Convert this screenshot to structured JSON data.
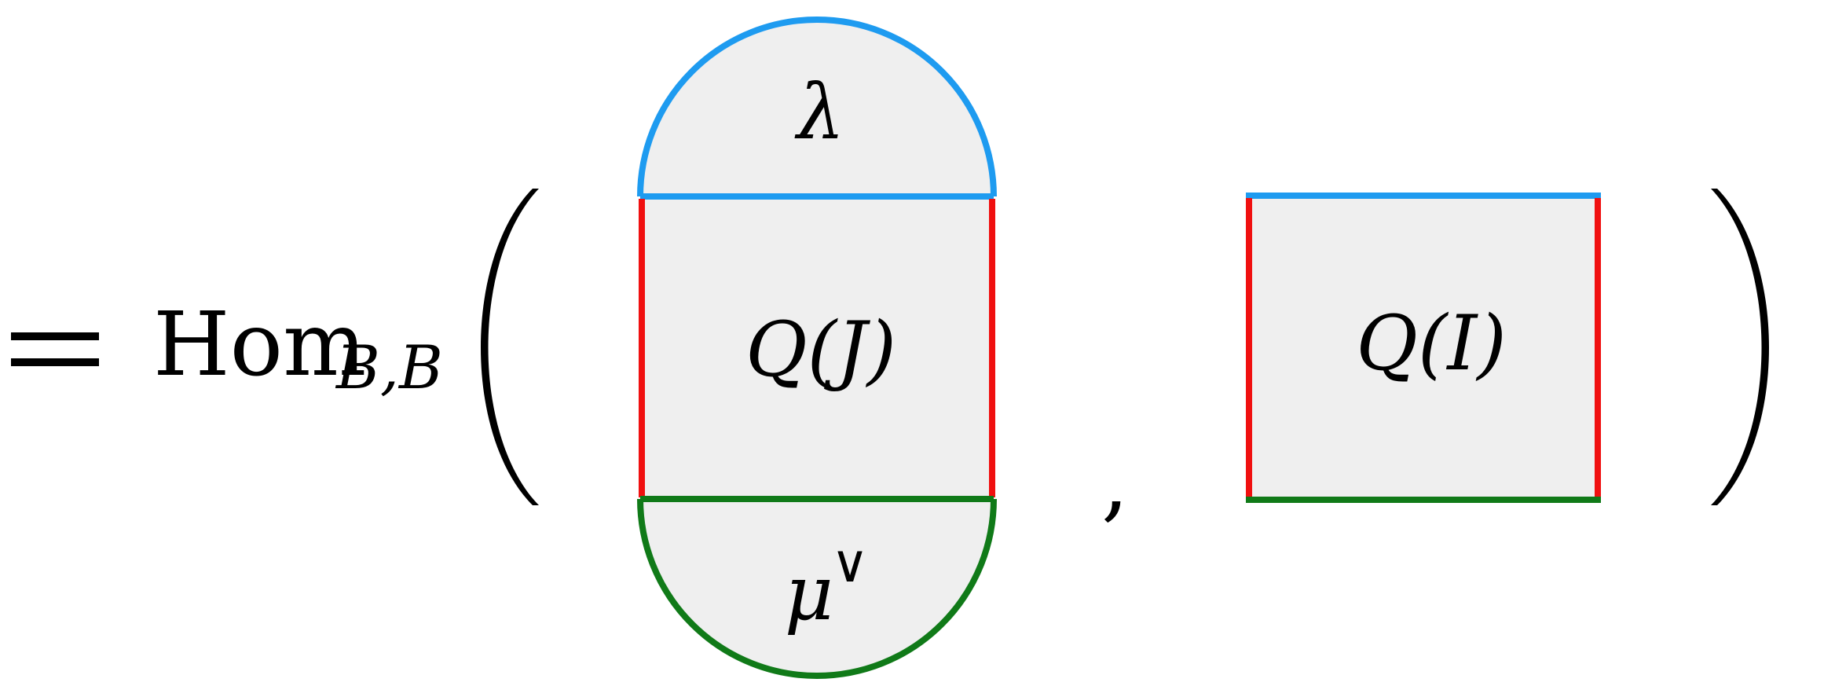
{
  "equation": {
    "equals_sign": "=",
    "operator": "Hom",
    "operator_subscript": "B,B",
    "open_paren": "(",
    "close_paren": ")",
    "separator": ","
  },
  "left_shape": {
    "top_label": "λ",
    "middle_label": "Q(J)",
    "bottom_label": "μ",
    "bottom_label_superscript": "∨"
  },
  "right_shape": {
    "middle_label": "Q(I)"
  },
  "colors": {
    "blue": "#1E9BF0",
    "red": "#F01010",
    "green": "#107A18",
    "fill": "#EFEFEF",
    "text": "#000000"
  }
}
